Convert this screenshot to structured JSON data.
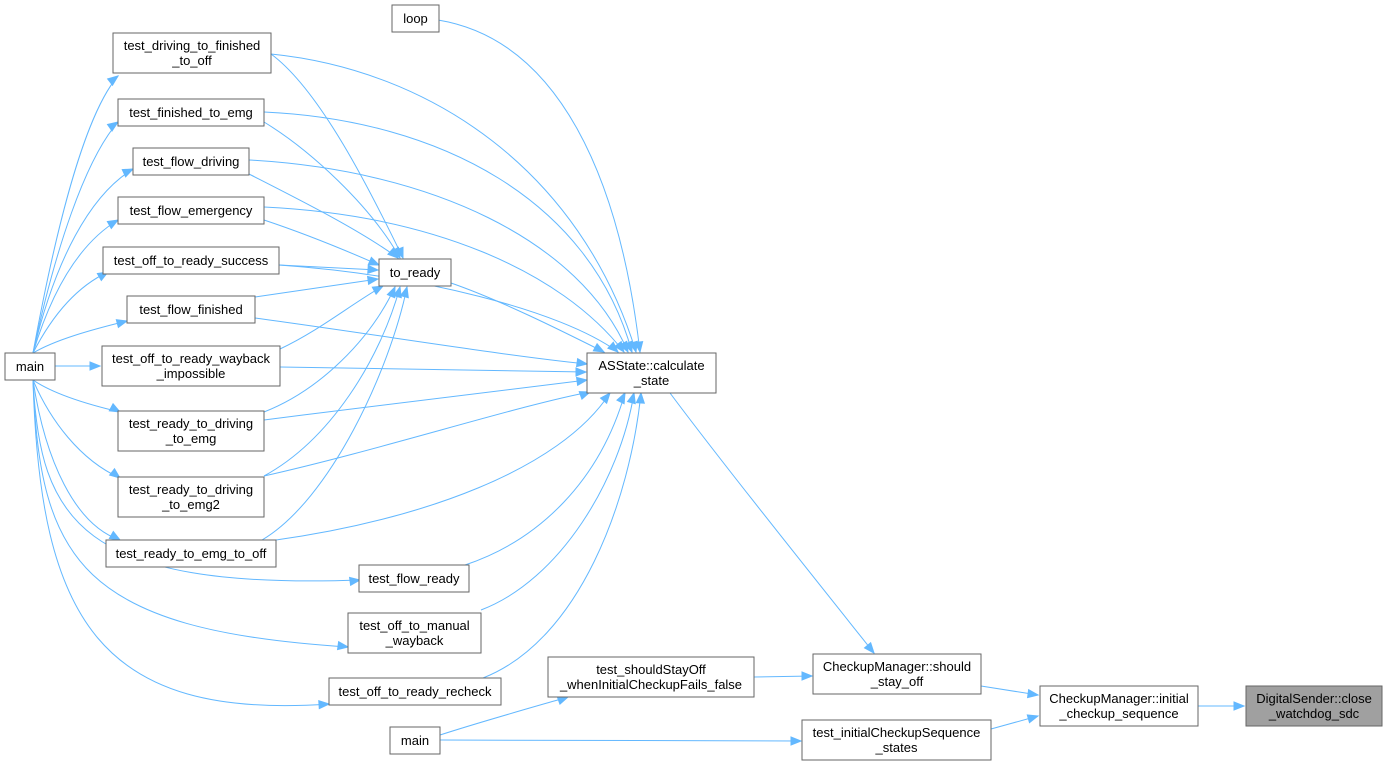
{
  "diagram": {
    "type": "call-graph",
    "colors": {
      "edge": "#63b8ff",
      "node_border": "#666666",
      "selected_fill": "#a0a0a0"
    },
    "nodes": [
      {
        "id": "loop",
        "lines": [
          "loop"
        ]
      },
      {
        "id": "t_dtfo",
        "lines": [
          "test_driving_to_finished",
          "_to_off"
        ]
      },
      {
        "id": "t_fte",
        "lines": [
          "test_finished_to_emg"
        ]
      },
      {
        "id": "t_fd",
        "lines": [
          "test_flow_driving"
        ]
      },
      {
        "id": "t_fe",
        "lines": [
          "test_flow_emergency"
        ]
      },
      {
        "id": "t_otrs",
        "lines": [
          "test_off_to_ready_success"
        ]
      },
      {
        "id": "t_ff",
        "lines": [
          "test_flow_finished"
        ]
      },
      {
        "id": "t_otrw",
        "lines": [
          "test_off_to_ready_wayback",
          "_impossible"
        ]
      },
      {
        "id": "main1",
        "lines": [
          "main"
        ]
      },
      {
        "id": "t_rtde",
        "lines": [
          "test_ready_to_driving",
          "_to_emg"
        ]
      },
      {
        "id": "t_rtde2",
        "lines": [
          "test_ready_to_driving",
          "_to_emg2"
        ]
      },
      {
        "id": "t_rteto",
        "lines": [
          "test_ready_to_emg_to_off"
        ]
      },
      {
        "id": "to_ready",
        "lines": [
          "to_ready"
        ]
      },
      {
        "id": "t_fr",
        "lines": [
          "test_flow_ready"
        ]
      },
      {
        "id": "t_otmw",
        "lines": [
          "test_off_to_manual",
          "_wayback"
        ]
      },
      {
        "id": "t_otrr",
        "lines": [
          "test_off_to_ready_recheck"
        ]
      },
      {
        "id": "asstate",
        "lines": [
          "ASState::calculate",
          "_state"
        ]
      },
      {
        "id": "t_sso",
        "lines": [
          "test_shouldStayOff",
          "_whenInitialCheckupFails_false"
        ]
      },
      {
        "id": "main2",
        "lines": [
          "main"
        ]
      },
      {
        "id": "cm_sso",
        "lines": [
          "CheckupManager::should",
          "_stay_off"
        ]
      },
      {
        "id": "t_ics",
        "lines": [
          "test_initialCheckupSequence",
          "_states"
        ]
      },
      {
        "id": "cm_ics",
        "lines": [
          "CheckupManager::initial",
          "_checkup_sequence"
        ]
      },
      {
        "id": "ds_cws",
        "lines": [
          "DigitalSender::close",
          "_watchdog_sdc"
        ],
        "selected": true
      }
    ]
  }
}
